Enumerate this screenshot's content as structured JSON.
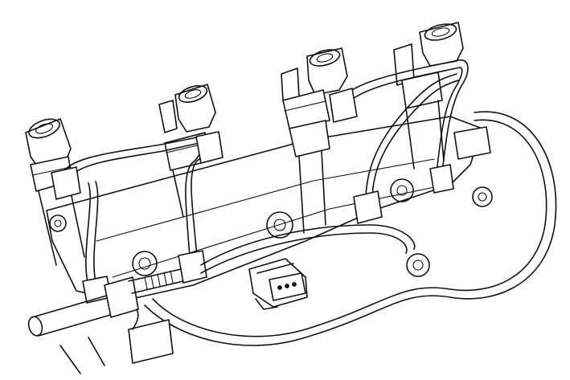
{
  "figure": {
    "style": "black line-art illustration on white background",
    "colors": {
      "stroke": "#111111",
      "background": "#ffffff"
    },
    "components": [
      "fuel-injector-1",
      "fuel-injector-2",
      "fuel-injector-3",
      "fuel-injector-4",
      "fuel-rail",
      "high-pressure-fuel-lines",
      "return-hose",
      "pressure-sensor",
      "electrical-connector",
      "inlet-pipe"
    ],
    "connector_pin_count": 3
  }
}
